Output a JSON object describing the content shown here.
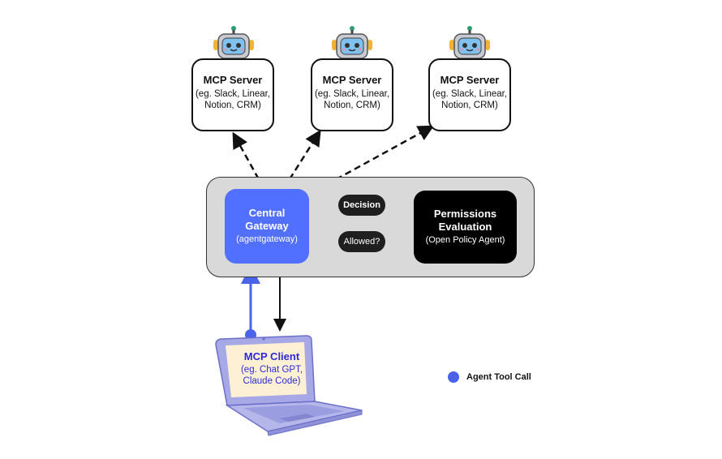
{
  "servers": [
    {
      "title": "MCP Server",
      "line1": "(eg. Slack, Linear,",
      "line2": "Notion, CRM)"
    },
    {
      "title": "MCP Server",
      "line1": "(eg. Slack, Linear,",
      "line2": "Notion, CRM)"
    },
    {
      "title": "MCP Server",
      "line1": "(eg. Slack, Linear,",
      "line2": "Notion, CRM)"
    }
  ],
  "gateway": {
    "line1": "Central",
    "line2": "Gateway",
    "sub": "(agentgateway)"
  },
  "permissions": {
    "line1": "Permissions",
    "line2": "Evaluation",
    "sub": "(Open Policy Agent)"
  },
  "pills": {
    "decision": "Decision",
    "allowed": "Allowed?"
  },
  "client": {
    "title": "MCP Client",
    "line1": "(eg. Chat GPT,",
    "line2": "Claude Code)"
  },
  "legend": {
    "label": "Agent Tool Call"
  },
  "colors": {
    "gateway": "#5170ff",
    "tool_call": "#4a63e8",
    "laptop": "#a7a9e6",
    "screen": "#fdf0d5"
  },
  "icons": [
    "robot-icon",
    "laptop-icon"
  ]
}
